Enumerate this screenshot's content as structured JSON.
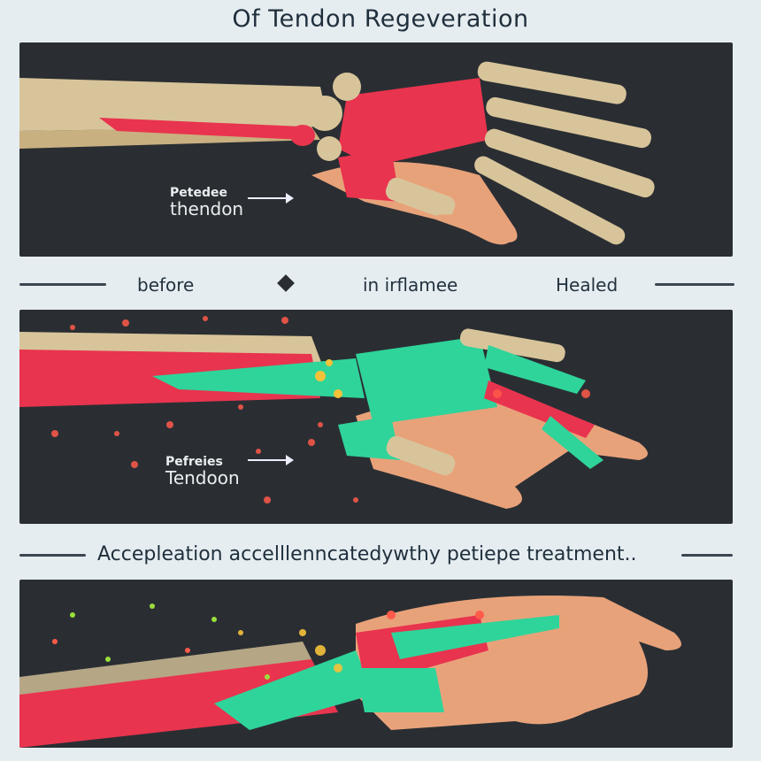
{
  "title": "Of Tendon Regeveration",
  "panel_top": {
    "label_line1": "Petedee",
    "label_line2": "thendon"
  },
  "divider": {
    "before": "before",
    "middle": "in irflamee",
    "after": "Healed"
  },
  "panel_middle": {
    "label_line1": "Pefreies",
    "label_line2": "Tendoon"
  },
  "caption": "Accepleation accelllenncatedywthy petiepe treatment..",
  "colors": {
    "panel_bg": "#2a2e33",
    "tendon_red": "#e8344e",
    "tendon_green": "#2fd49a",
    "bone": "#d8c49a",
    "skin": "#e8a27a",
    "background": "#e6edf1"
  }
}
